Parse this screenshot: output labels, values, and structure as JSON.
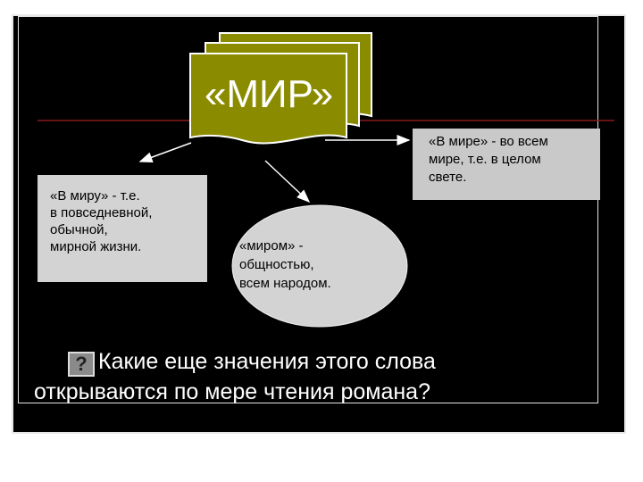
{
  "title": "«МИР»",
  "left_box": "«В миру» - т.е.\nв повседневной,\nобычной,\nмирной жизни.",
  "right_box": "«В мире» - во всем\nмире, т.е. в целом\nсвете.",
  "center_ellipse": " «миром» -\nобщностью,\nвсем народом.",
  "question": {
    "icon": "?",
    "text_line1": "Какие еще значения этого слова",
    "text_line2": "открываются по мере чтения романа?"
  },
  "colors": {
    "background": "#000000",
    "document_fill": "#8b8b00",
    "box_fill": "#d3d3d3",
    "divider_line": "#8b1a1a"
  }
}
